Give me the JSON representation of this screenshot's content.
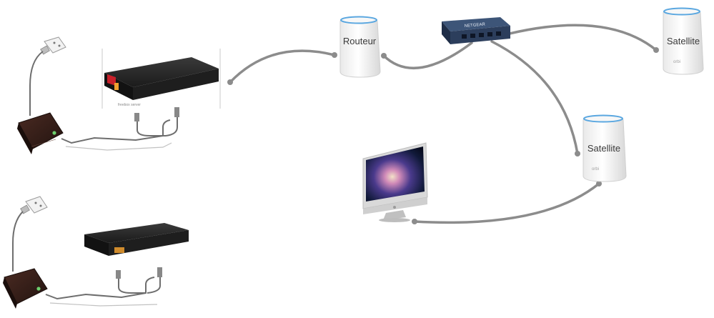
{
  "diagram": {
    "router_label": "Routeur",
    "satellite_top_label": "Satellite",
    "satellite_mid_label": "Satellite",
    "switch_brand": "NETGEAR",
    "freebox_caption": "freebox server",
    "orbi_mark": "orbi"
  },
  "colors": {
    "cable": "#8c8c8c",
    "cable_shadow": "#b5b5b5",
    "box_dark": "#232323",
    "switch_blue": "#2c3e5c",
    "orbi_ring": "#5aa7e0",
    "accent_red": "#c8202a",
    "accent_orange": "#f0a030"
  }
}
